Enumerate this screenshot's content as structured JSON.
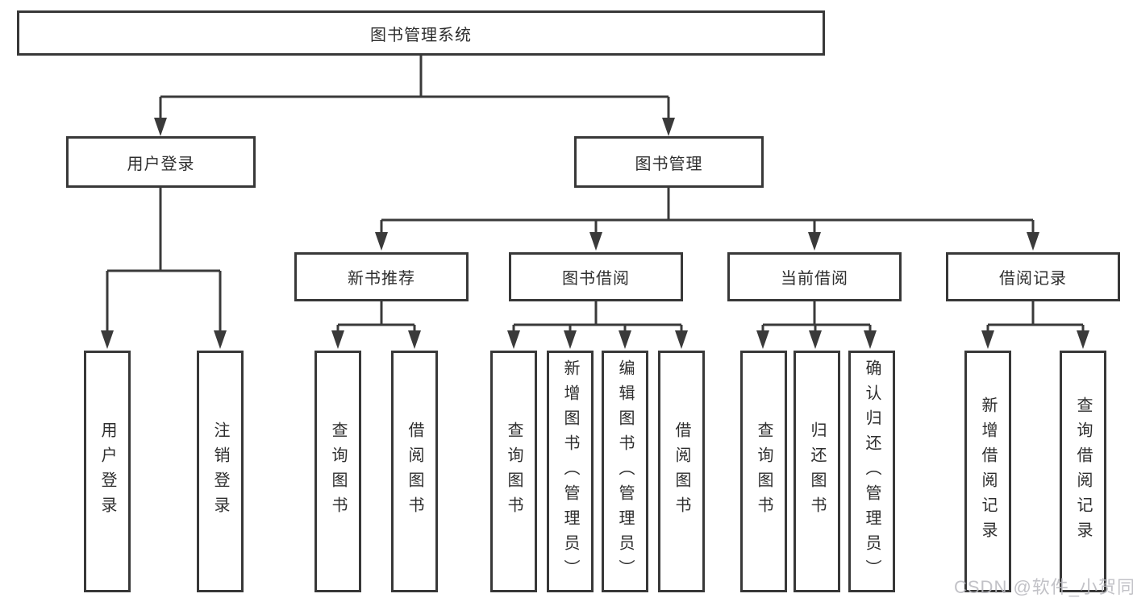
{
  "diagram_title": "图书管理系统",
  "watermark": "CSDN @软件_小贺同学",
  "colors": {
    "line": "#3a3a3a",
    "box_border": "#383838",
    "text": "#2e2e2e",
    "background": "#ffffff",
    "watermark": "#babbbf"
  },
  "tree": {
    "label": "图书管理系统",
    "children": [
      {
        "label": "用户登录",
        "children": [
          {
            "label": "用户登录"
          },
          {
            "label": "注销登录"
          }
        ]
      },
      {
        "label": "图书管理",
        "children": [
          {
            "label": "新书推荐",
            "children": [
              {
                "label": "查询图书"
              },
              {
                "label": "借阅图书"
              }
            ]
          },
          {
            "label": "图书借阅",
            "children": [
              {
                "label": "查询图书"
              },
              {
                "label": "新增图书（管理员）"
              },
              {
                "label": "编辑图书（管理员）"
              },
              {
                "label": "借阅图书"
              }
            ]
          },
          {
            "label": "当前借阅",
            "children": [
              {
                "label": "查询图书"
              },
              {
                "label": "归还图书"
              },
              {
                "label": "确认归还（管理员）"
              }
            ]
          },
          {
            "label": "借阅记录",
            "children": [
              {
                "label": "新增借阅记录"
              },
              {
                "label": "查询借阅记录"
              }
            ]
          }
        ]
      }
    ]
  }
}
